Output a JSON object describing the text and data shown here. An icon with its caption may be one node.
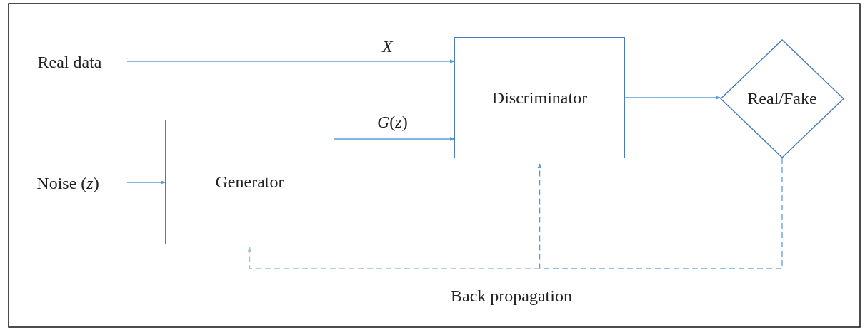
{
  "diagram": {
    "nodes": [
      {
        "text": [
          "Real data"
        ]
      },
      {
        "text": [
          "Noise (*z*)"
        ]
      },
      {
        "text": [
          "Generator"
        ]
      },
      {
        "text": [
          "Discriminator"
        ]
      },
      {
        "text": [
          "Real/Fake"
        ]
      }
    ],
    "edges": [
      {
        "from": 0,
        "to": 3,
        "arrow": "to",
        "label": "*X*"
      },
      {
        "from": 1,
        "to": 2,
        "arrow": "to"
      },
      {
        "from": 2,
        "to": 3,
        "arrow": "to",
        "label": "*G*(*z*)"
      },
      {
        "from": 3,
        "to": 4,
        "arrow": "to"
      },
      {
        "from": 4,
        "to": 3,
        "arrow": "to",
        "style": "dashed"
      },
      {
        "from": 4,
        "to": 2,
        "arrow": "to",
        "style": "dashed",
        "color": "#9dc3e6"
      }
    ],
    "labels": [
      "Back propagation"
    ]
  }
}
